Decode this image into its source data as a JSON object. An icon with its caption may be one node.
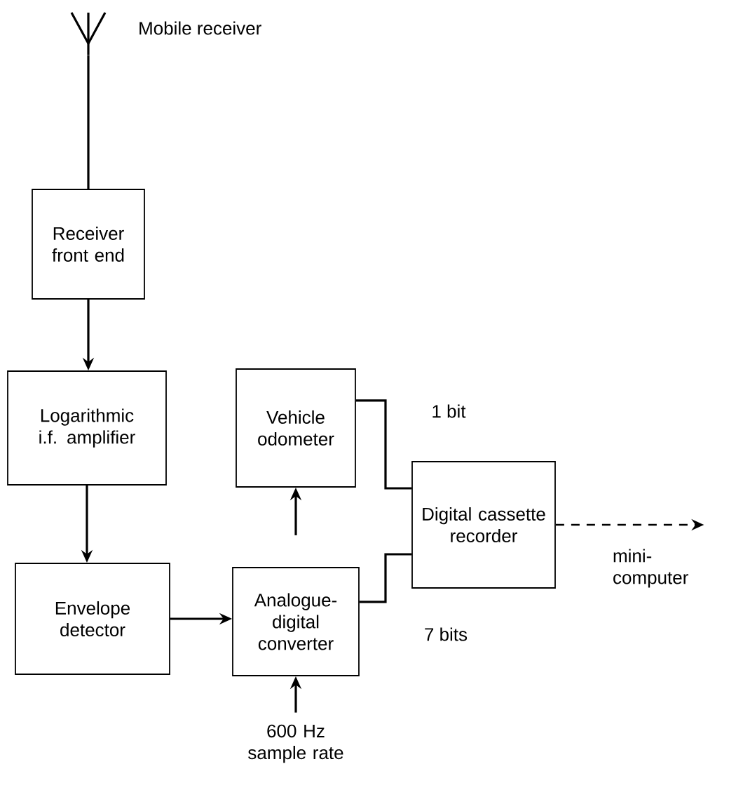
{
  "diagram": {
    "nodes": [
      {
        "text": [],
        "shape": "antenna",
        "beside": [
          "Mobile receiver"
        ]
      },
      {
        "text": [
          "Receiver front end"
        ]
      },
      {
        "text": [
          "Logarithmic i.f. amplifier"
        ]
      },
      {
        "text": [
          "Envelope detector"
        ]
      },
      {
        "text": [
          "Vehicle odometer"
        ]
      },
      {
        "text": [
          "Analogue-digital converter"
        ]
      },
      {
        "text": [
          "Digital cassette recorder"
        ]
      },
      {
        "text": [
          "mini-computer"
        ]
      },
      {
        "text": [
          "600 Hz sample rate"
        ]
      }
    ],
    "edges": [
      {
        "from": 0,
        "to": 1,
        "arrow": "none"
      },
      {
        "from": 1,
        "to": 2,
        "arrow": "to"
      },
      {
        "from": 2,
        "to": 3,
        "arrow": "to"
      },
      {
        "from": 3,
        "to": 5,
        "arrow": "to"
      },
      {
        "from": 4,
        "to": 6,
        "arrow": "none",
        "label": "1 bit"
      },
      {
        "from": 5,
        "to": 6,
        "arrow": "none",
        "label": "7 bits"
      },
      {
        "from": 6,
        "to": 7,
        "arrow": "to",
        "style": "dashed"
      },
      {
        "from": 8,
        "to": 5,
        "arrow": "to"
      },
      {
        "from": null,
        "to": 4,
        "arrow": "to"
      }
    ]
  }
}
